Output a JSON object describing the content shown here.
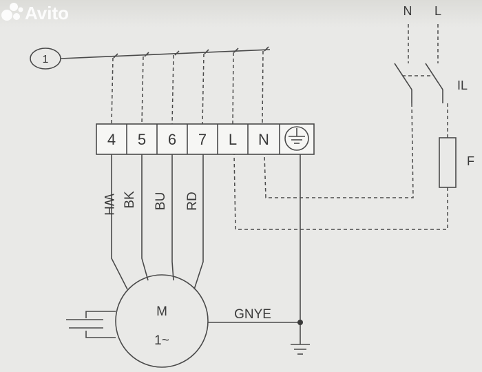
{
  "diagram": {
    "reference_marker": "1",
    "terminals": [
      "4",
      "5",
      "6",
      "7",
      "L",
      "N"
    ],
    "earth_symbol": "earth-icon",
    "wire_labels": [
      "WH",
      "BK",
      "BU",
      "RD"
    ],
    "supply": {
      "neutral": "N",
      "line": "L"
    },
    "switch_label": "IL",
    "fuse_label": "F",
    "motor": {
      "name": "M",
      "phase": "1~"
    },
    "ground_wire_label": "GNYE"
  },
  "watermark": {
    "text": "Avito",
    "icon": "avito-logo-icon"
  }
}
